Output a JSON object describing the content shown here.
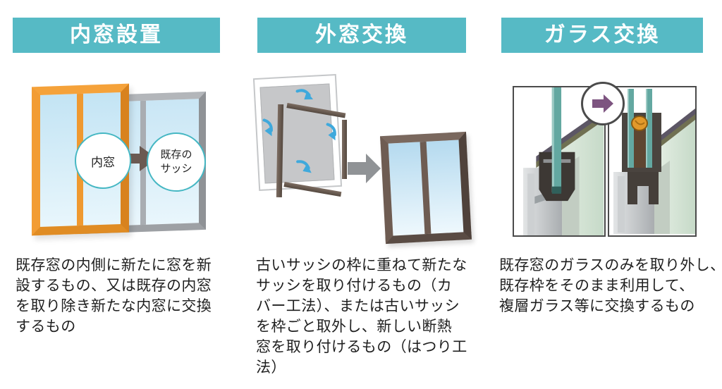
{
  "colors": {
    "header_bg": "#56bac5",
    "header_text": "#ffffff",
    "body_text": "#1f1f1f",
    "orange_frame": "#f0992f",
    "existing_sash_gray": "#a9adb2",
    "glass_blue": "#cfe9f6",
    "brown_frame": "#6e5c52",
    "label_circle_border": "#45b7c3",
    "taupe_arrow": "#6b5a52",
    "blue_arrow": "#3fa9dc",
    "gray_arrow": "#909396",
    "purple_arrow": "#7d5480",
    "teal_glass": "#63a8a1",
    "sealant_orange": "#e2992b"
  },
  "columns": [
    {
      "id": "inner-window-install",
      "header": "内窓設置",
      "description": "既存窓の内側に新たに窓を新\n設するもの、又は既存の内窓\nを取り除き新たな内窓に交換\nするもの",
      "circle_labels": {
        "inner_window": "内窓",
        "existing_sash": "既存の\nサッシ"
      }
    },
    {
      "id": "outer-window-replace",
      "header": "外窓交換",
      "description": "古いサッシの枠に重ねて新たな\nサッシを取り付けるもの（カ\nバー工法）、または古いサッシ\nを枠ごと取外し、新しい断熱\n窓を取り付けるもの（はつり工\n法）"
    },
    {
      "id": "glass-replace",
      "header": "ガラス交換",
      "description": "既存窓のガラスのみを取り外し、\n既存枠をそのまま利用して、\n複層ガラス等に交換するもの"
    }
  ]
}
